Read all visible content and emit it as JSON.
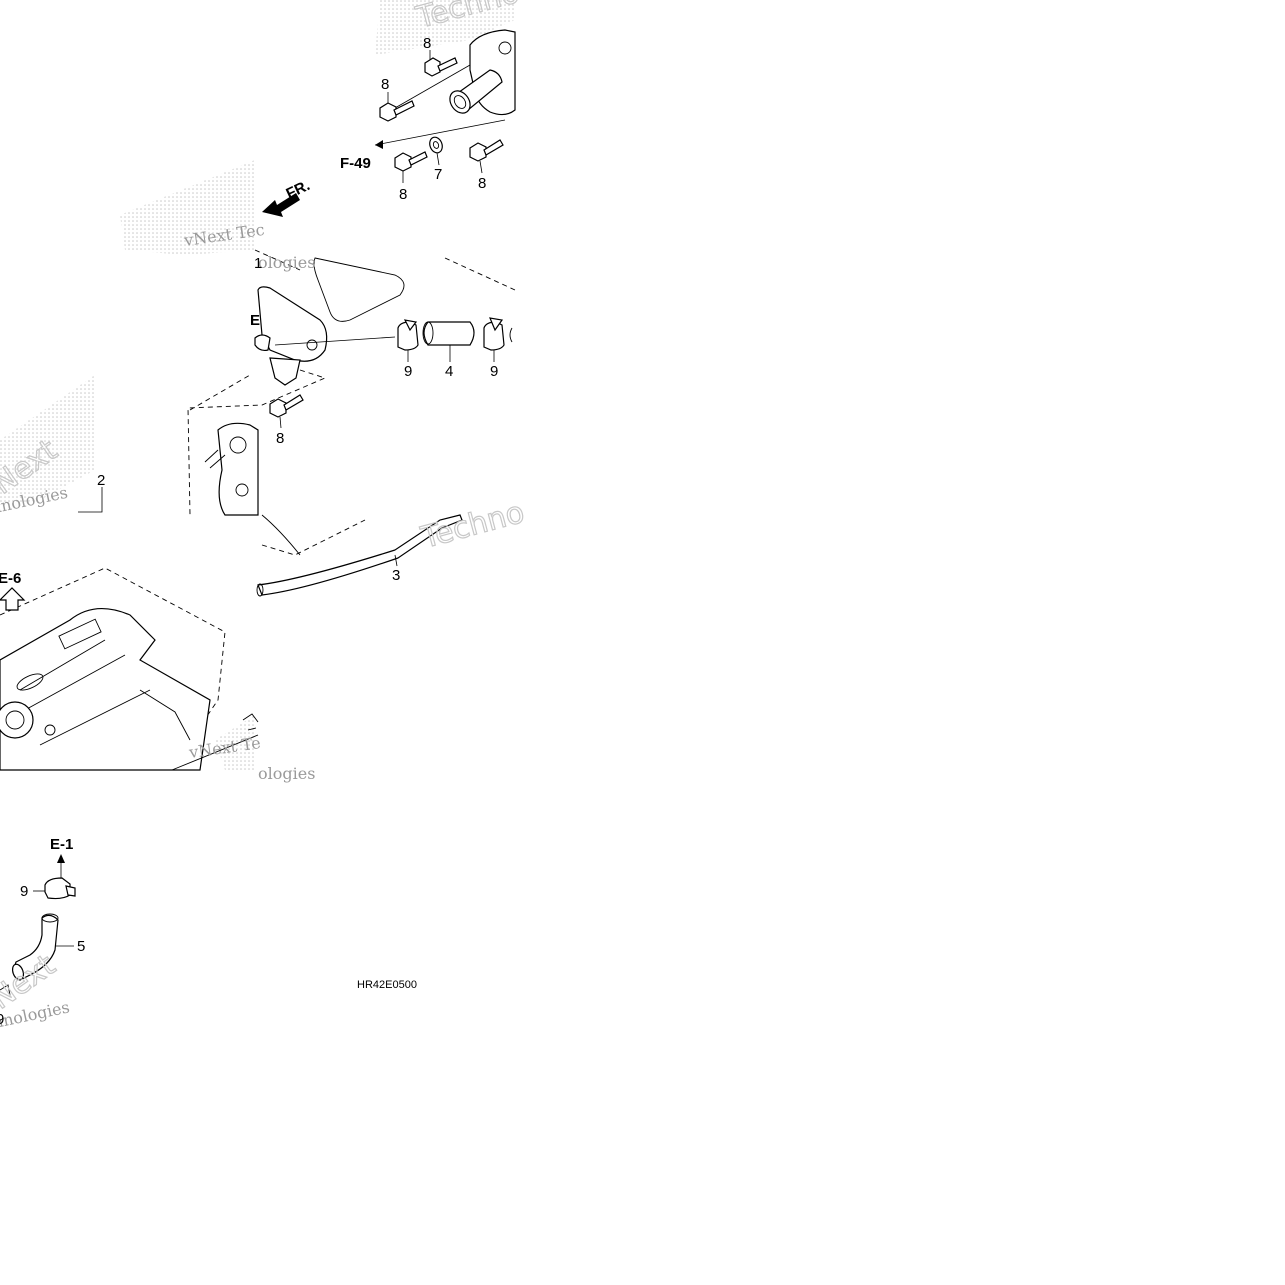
{
  "diagram": {
    "code": "HR42E0500",
    "direction_label": "FR.",
    "refs": {
      "f49": "F-49",
      "e6": "E-6",
      "e1": "E-1",
      "e_partial": "E"
    },
    "callouts": {
      "c1": "1",
      "c2": "2",
      "c3": "3",
      "c4": "4",
      "c5": "5",
      "c7": "7",
      "c8a": "8",
      "c8b": "8",
      "c8c": "8",
      "c8d": "8",
      "c8e": "8",
      "c9a": "9",
      "c9b": "9",
      "c9c": "9",
      "c9d": "9"
    },
    "watermarks": {
      "w1": "vNext Tec",
      "w2": "ologies",
      "w3": "nnologies",
      "w4": "vNext Te",
      "w5": "ologies",
      "w6": "nnologies",
      "w7": "Techno",
      "w8": "Techno",
      "w9": "Next",
      "w10": "Next"
    }
  }
}
